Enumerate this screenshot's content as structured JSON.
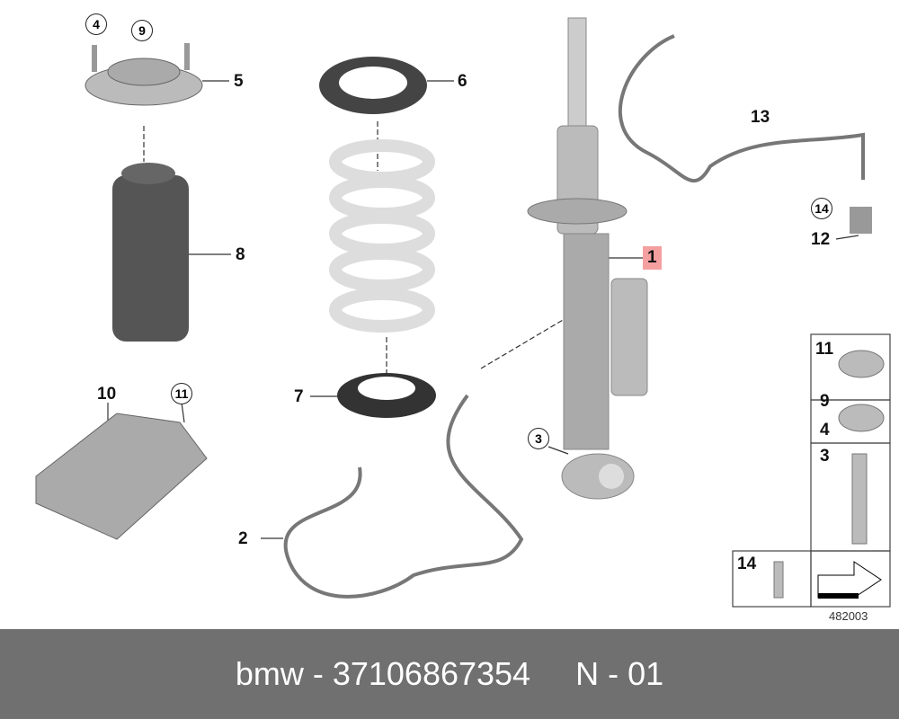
{
  "callouts": {
    "c1": "1",
    "c2": "2",
    "c3": "3",
    "c4": "4",
    "c5": "5",
    "c6": "6",
    "c7": "7",
    "c8": "8",
    "c9": "9",
    "c10": "10",
    "c11": "11",
    "c12": "12",
    "c13": "13",
    "c14": "14"
  },
  "panel": {
    "p11": "11",
    "p9": "9",
    "p4": "4",
    "p3": "3",
    "p14": "14"
  },
  "diagram_code": "482003",
  "footer": {
    "part": "bmw - 37106867354",
    "note": "N - 01"
  },
  "colors": {
    "highlight": "#f4a0a0",
    "footer_bg": "#707070"
  }
}
